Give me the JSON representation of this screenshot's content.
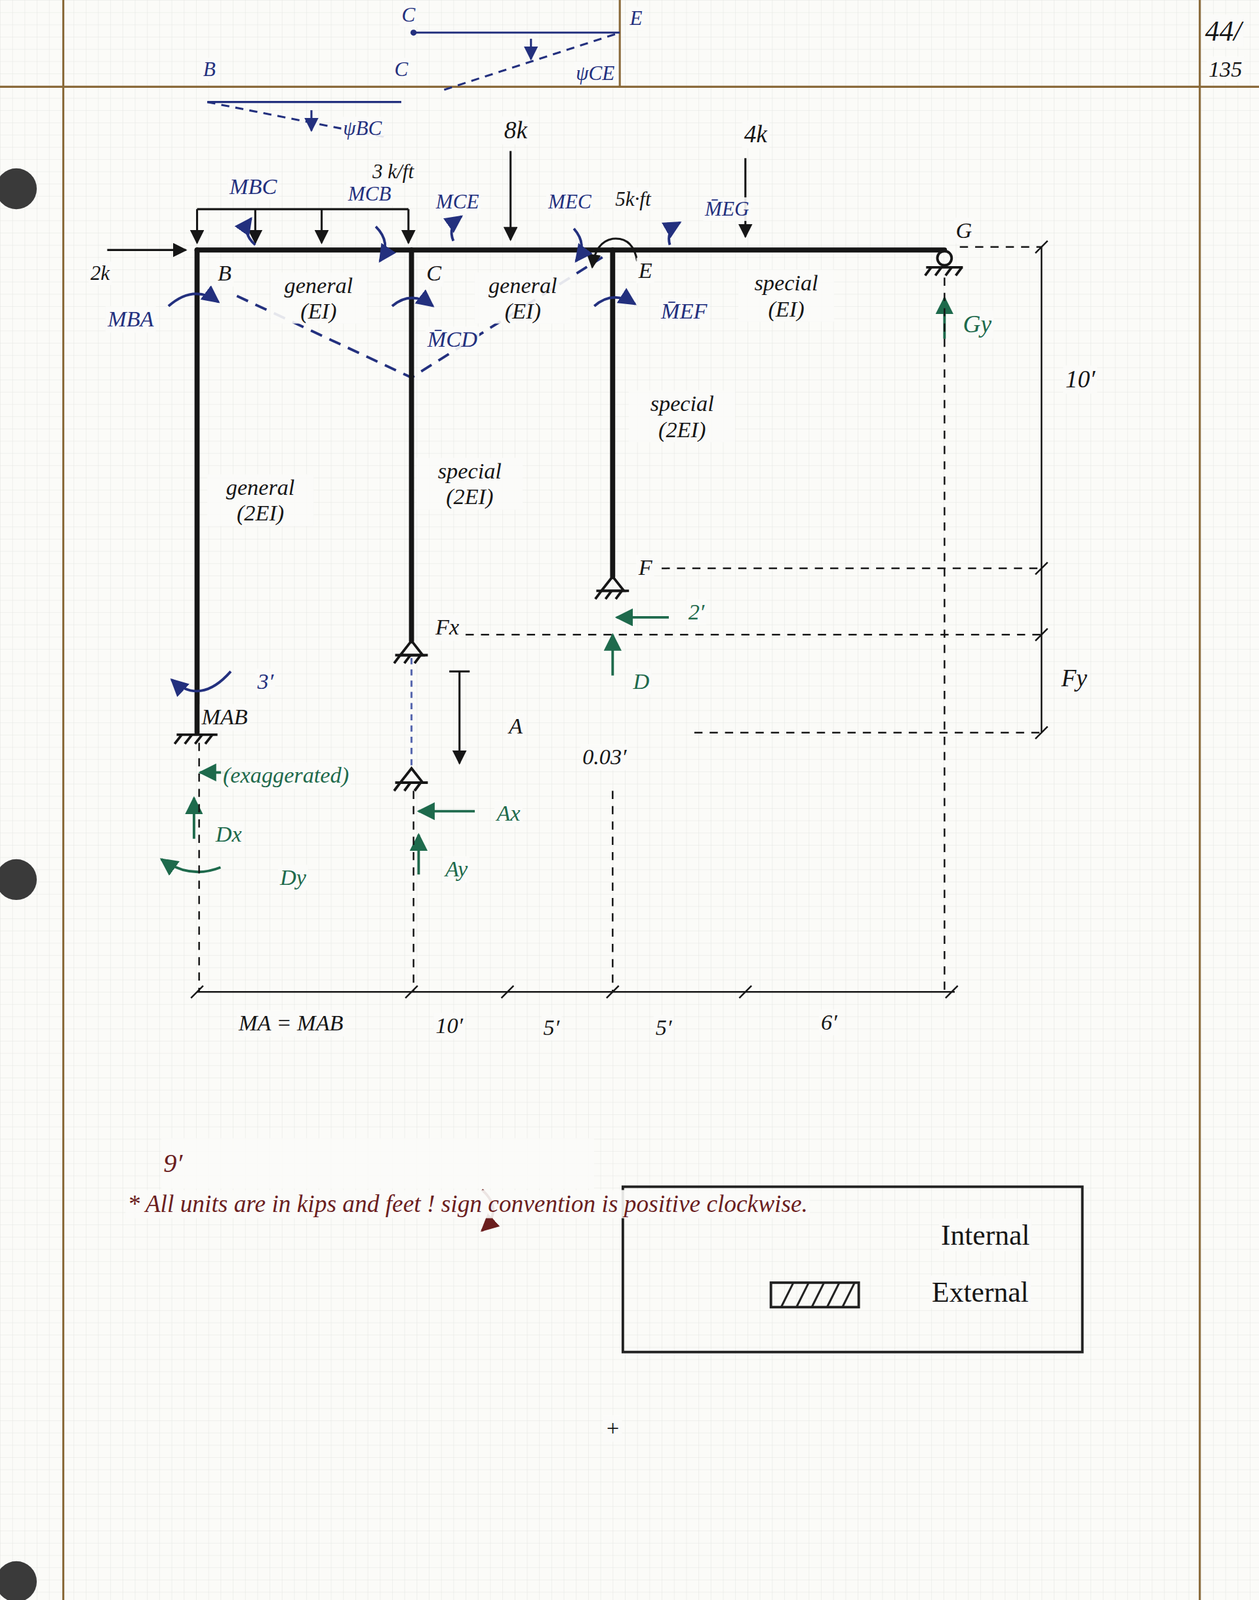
{
  "diagram": {
    "labels": [
      "44/",
      "135",
      "C",
      "E",
      "B",
      "C",
      "ψCE",
      "ψBC",
      "8k",
      "4k",
      "3 k/ft",
      "MBC",
      "MCB",
      "MCE",
      "MEC",
      "5k·ft",
      "M̄EG",
      "G",
      "2k",
      "B",
      "general (EI)",
      "C",
      "general (EI)",
      "E",
      "special (EI)",
      "MBA",
      "M̄CD",
      "M̄EF",
      "Gy",
      "10′",
      "special (2EI)",
      "special (2EI)",
      "general (2EI)",
      "F",
      "2′",
      "Fx",
      "D",
      "Fy",
      "3′",
      "MAB",
      "A",
      "0.03′",
      "(exaggerated)",
      "Ax",
      "Dx",
      "Ay",
      "Dy",
      "MA = MAB",
      "10′",
      "5′",
      "5′",
      "6′",
      "9′",
      "* All units are in kips and feet ! sign convention is positive clockwise.",
      "+"
    ],
    "legend": [
      {
        "text": "Internal",
        "color": "#23307e"
      },
      {
        "text": "External",
        "color": "#1e6a4c"
      }
    ]
  }
}
